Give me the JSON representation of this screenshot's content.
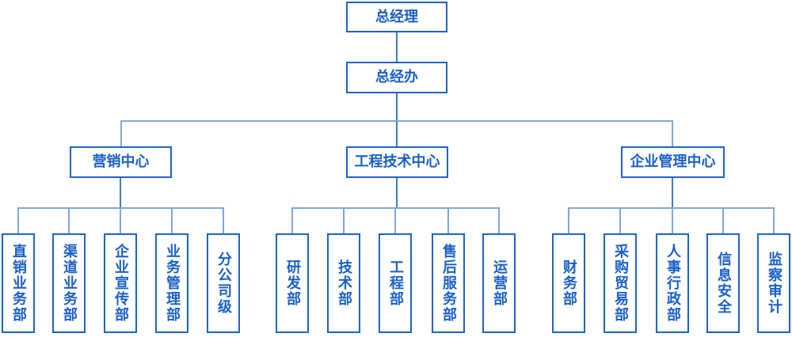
{
  "org": {
    "root": "总经理",
    "office": "总经办",
    "branches": [
      {
        "label": "营销中心",
        "children": [
          "直销业务部",
          "渠道业务部",
          "企业宣传部",
          "业务管理部",
          "分公司级"
        ]
      },
      {
        "label": "工程技术中心",
        "children": [
          "研发部",
          "技术部",
          "工程部",
          "售后服务部",
          "运营部"
        ]
      },
      {
        "label": "企业管理中心",
        "children": [
          "财务部",
          "采购贸易部",
          "人事行政部",
          "信息安全",
          "监察审计"
        ]
      }
    ],
    "colors": {
      "node_border": "#1e63c8",
      "node_text": "#1a5fc9",
      "node_fill": "#ffffff",
      "connector": "#7fa6dc",
      "connector_spine": "#3f7dc6",
      "background": "#ffffff"
    }
  }
}
